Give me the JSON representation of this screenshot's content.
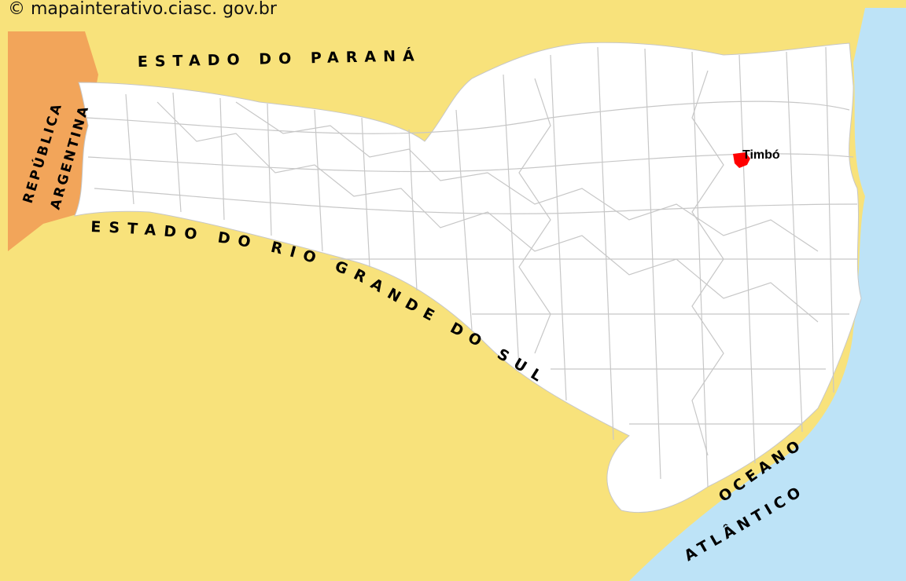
{
  "credit": "© mapainterativo.ciasc. gov.br",
  "labels": {
    "parana": "ESTADO  DO  PARANÁ",
    "argentina_line1": "REPÚBLICA",
    "argentina_line2": "ARGENTINA",
    "rio_grande": "ESTADO DO RIO GRANDE DO SUL",
    "oceano_line1": "OCEANO",
    "oceano_line2": "ATLÂNTICO"
  },
  "highlighted_city": "Timbó",
  "colors": {
    "neighbor_state": "#f8e27b",
    "argentina": "#f2a55a",
    "ocean": "#bde3f7",
    "santa_catarina": "#ffffff",
    "borders": "#c7c7c7",
    "highlight": "#ff0000"
  }
}
